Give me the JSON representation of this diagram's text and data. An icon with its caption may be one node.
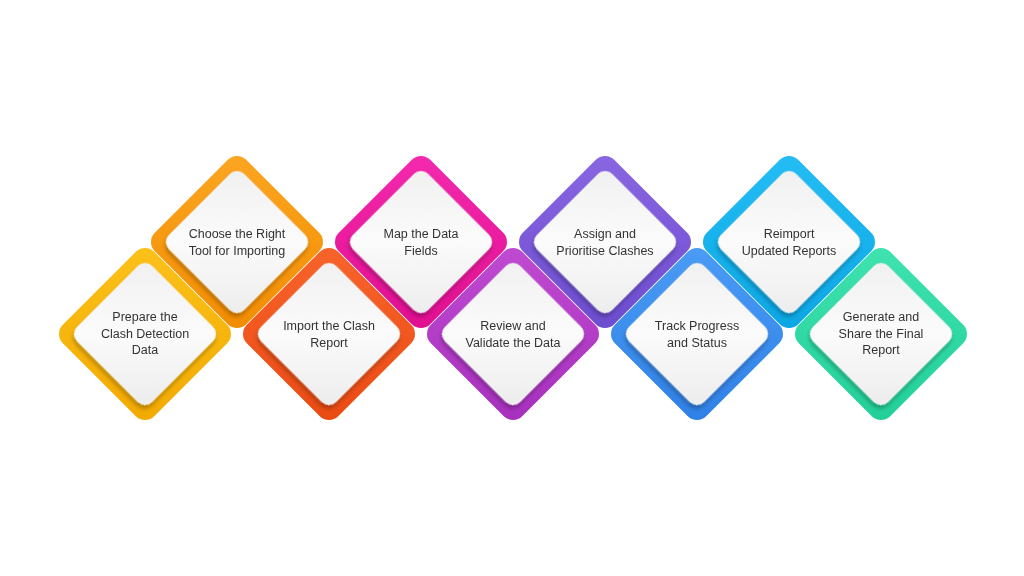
{
  "diagram": {
    "nodes": [
      {
        "text": [
          "Prepare the Clash Detection Data"
        ]
      },
      {
        "text": [
          "Choose the Right Tool for Importing"
        ]
      },
      {
        "text": [
          "Import the Clash Report"
        ]
      },
      {
        "text": [
          "Map the Data Fields"
        ]
      },
      {
        "text": [
          "Review and Validate the Data"
        ]
      },
      {
        "text": [
          "Assign and Prioritise Clashes"
        ]
      },
      {
        "text": [
          "Track Progress and Status"
        ]
      },
      {
        "text": [
          "Reimport Updated Reports"
        ]
      },
      {
        "text": [
          "Generate and Share the Final Report"
        ]
      }
    ]
  }
}
